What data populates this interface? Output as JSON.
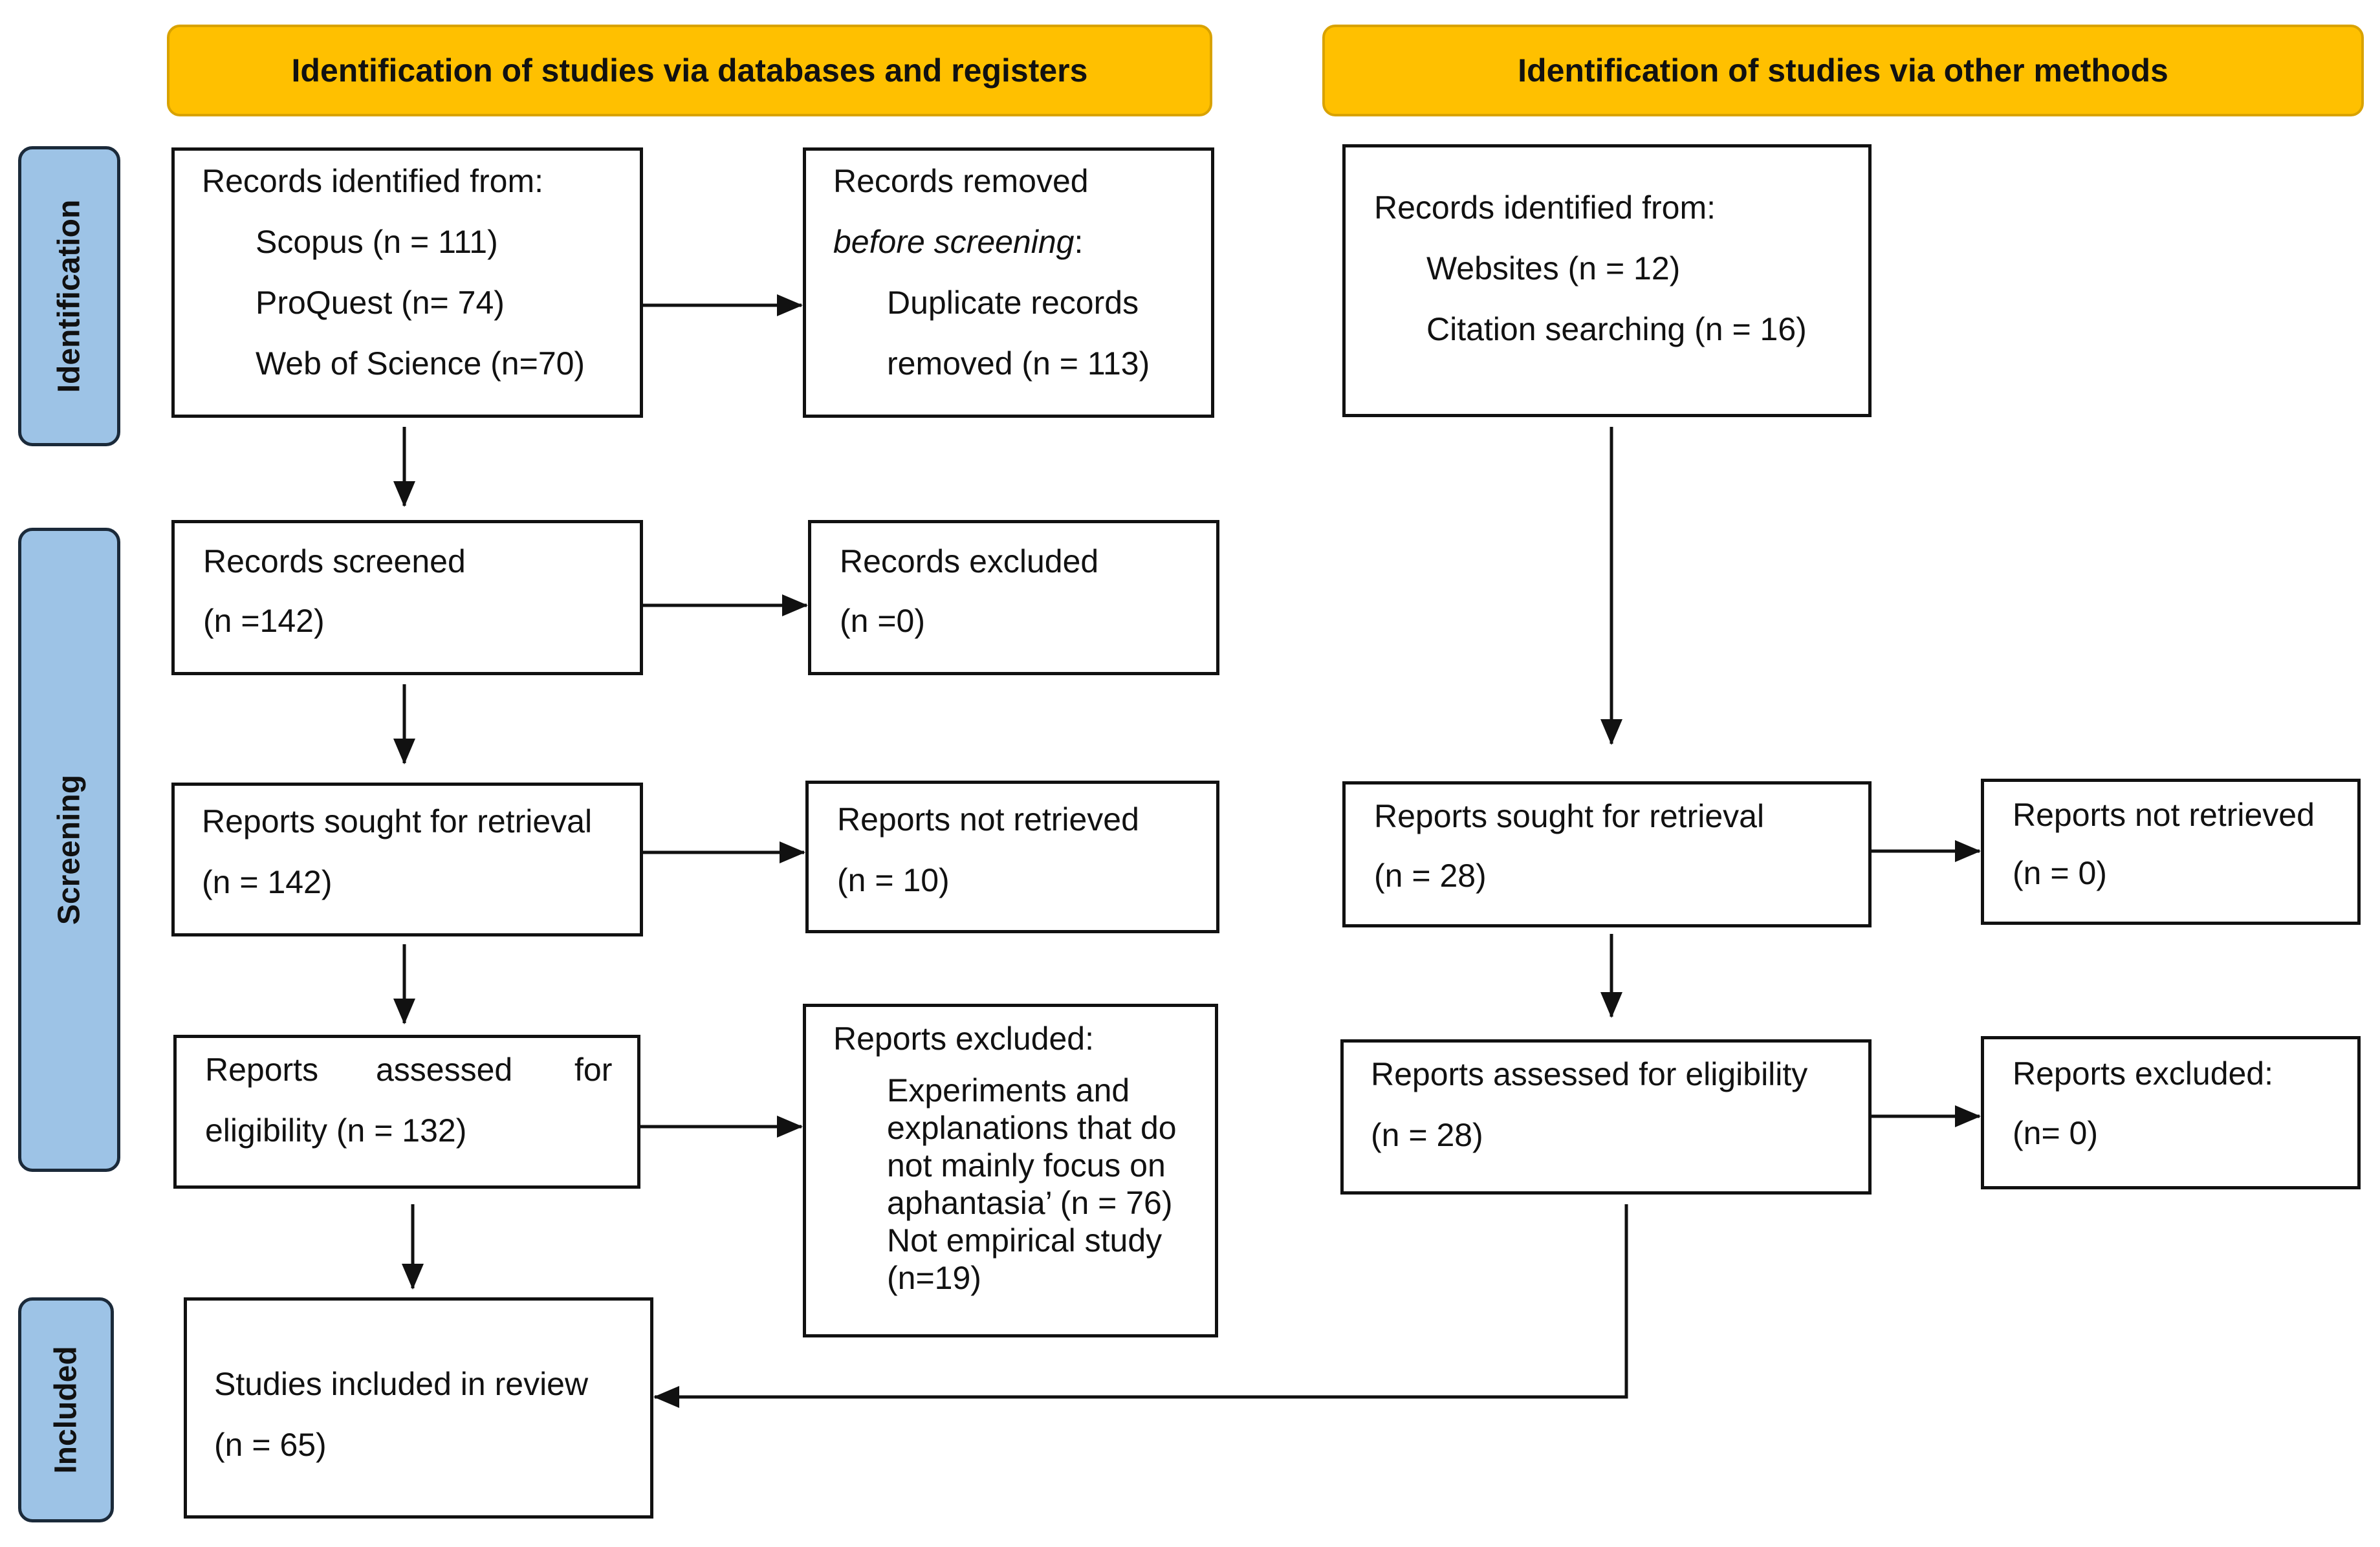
{
  "headers": {
    "databases": "Identification of studies via databases and registers",
    "other": "Identification of studies via other methods"
  },
  "stages": {
    "identification": "Identification",
    "screening": "Screening",
    "included": "Included"
  },
  "db": {
    "identified": {
      "title": "Records identified from:",
      "items": [
        "Scopus (n = 111)",
        "ProQuest (n= 74)",
        "Web of Science (n=70)"
      ]
    },
    "removed": {
      "title": "Records removed",
      "subtitle": "before screening",
      "subtitle_suffix": ":",
      "line1": "Duplicate records",
      "line2": "removed (n = 113)"
    },
    "screened": {
      "title": "Records screened",
      "count": "(n =142)"
    },
    "excluded": {
      "title": "Records excluded",
      "count": "(n =0)"
    },
    "sought": {
      "title": "Reports sought for retrieval",
      "count": "(n = 142)"
    },
    "not_retrieved": {
      "title": "Reports not retrieved",
      "count": "(n = 10)"
    },
    "assessed": {
      "word1": "Reports",
      "word2": "assessed",
      "word3": "for",
      "line2": "eligibility (n = 132)"
    },
    "reports_excluded": {
      "title": "Reports excluded:",
      "lines": [
        "Experiments and",
        "explanations that do",
        "not mainly focus on",
        "aphantasia’ (n = 76)",
        "Not empirical study",
        "(n=19)"
      ]
    },
    "included": {
      "title": "Studies included in review",
      "count": "(n = 65)"
    }
  },
  "other": {
    "identified": {
      "title": "Records identified from:",
      "items": [
        "Websites (n = 12)",
        "Citation searching (n = 16)"
      ]
    },
    "sought": {
      "title": "Reports sought for retrieval",
      "count": "(n = 28)"
    },
    "not_retrieved": {
      "title": "Reports not retrieved",
      "count": "(n = 0)"
    },
    "assessed": {
      "title": "Reports assessed for eligibility",
      "count": "(n = 28)"
    },
    "reports_excluded": {
      "title": "Reports excluded:",
      "count": "(n= 0)"
    }
  },
  "colors": {
    "header_fill": "#ffc000",
    "header_border": "#d9a200",
    "stage_fill": "#9dc3e6",
    "stage_border": "#1b2a3a",
    "line": "#111111"
  }
}
